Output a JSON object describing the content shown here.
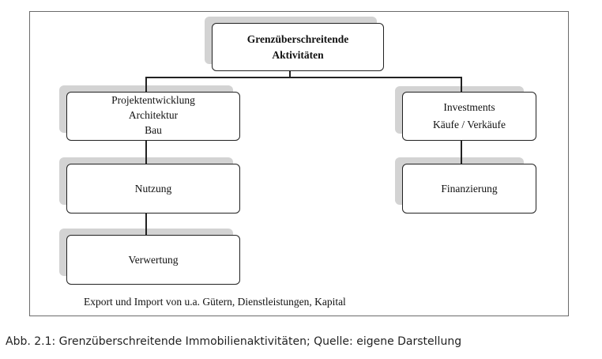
{
  "diagram": {
    "top_node": {
      "line1": "Grenzüberschreitende",
      "line2": "Aktivitäten"
    },
    "left_node": {
      "line1": "Projektentwicklung",
      "line2": "Architektur",
      "line3": "Bau"
    },
    "right_node": {
      "line1": "Investments",
      "line2": "Käufe / Verkäufe"
    },
    "node_nutzung": "Nutzung",
    "node_verwertung": "Verwertung",
    "node_finanzierung": "Finanzierung",
    "footer_note": "Export und Import von u.a. Gütern, Dienstleistungen, Kapital"
  },
  "caption": "Abb. 2.1: Grenzüberschreitende Immobilienaktivitäten; Quelle: eigene Darstellung"
}
